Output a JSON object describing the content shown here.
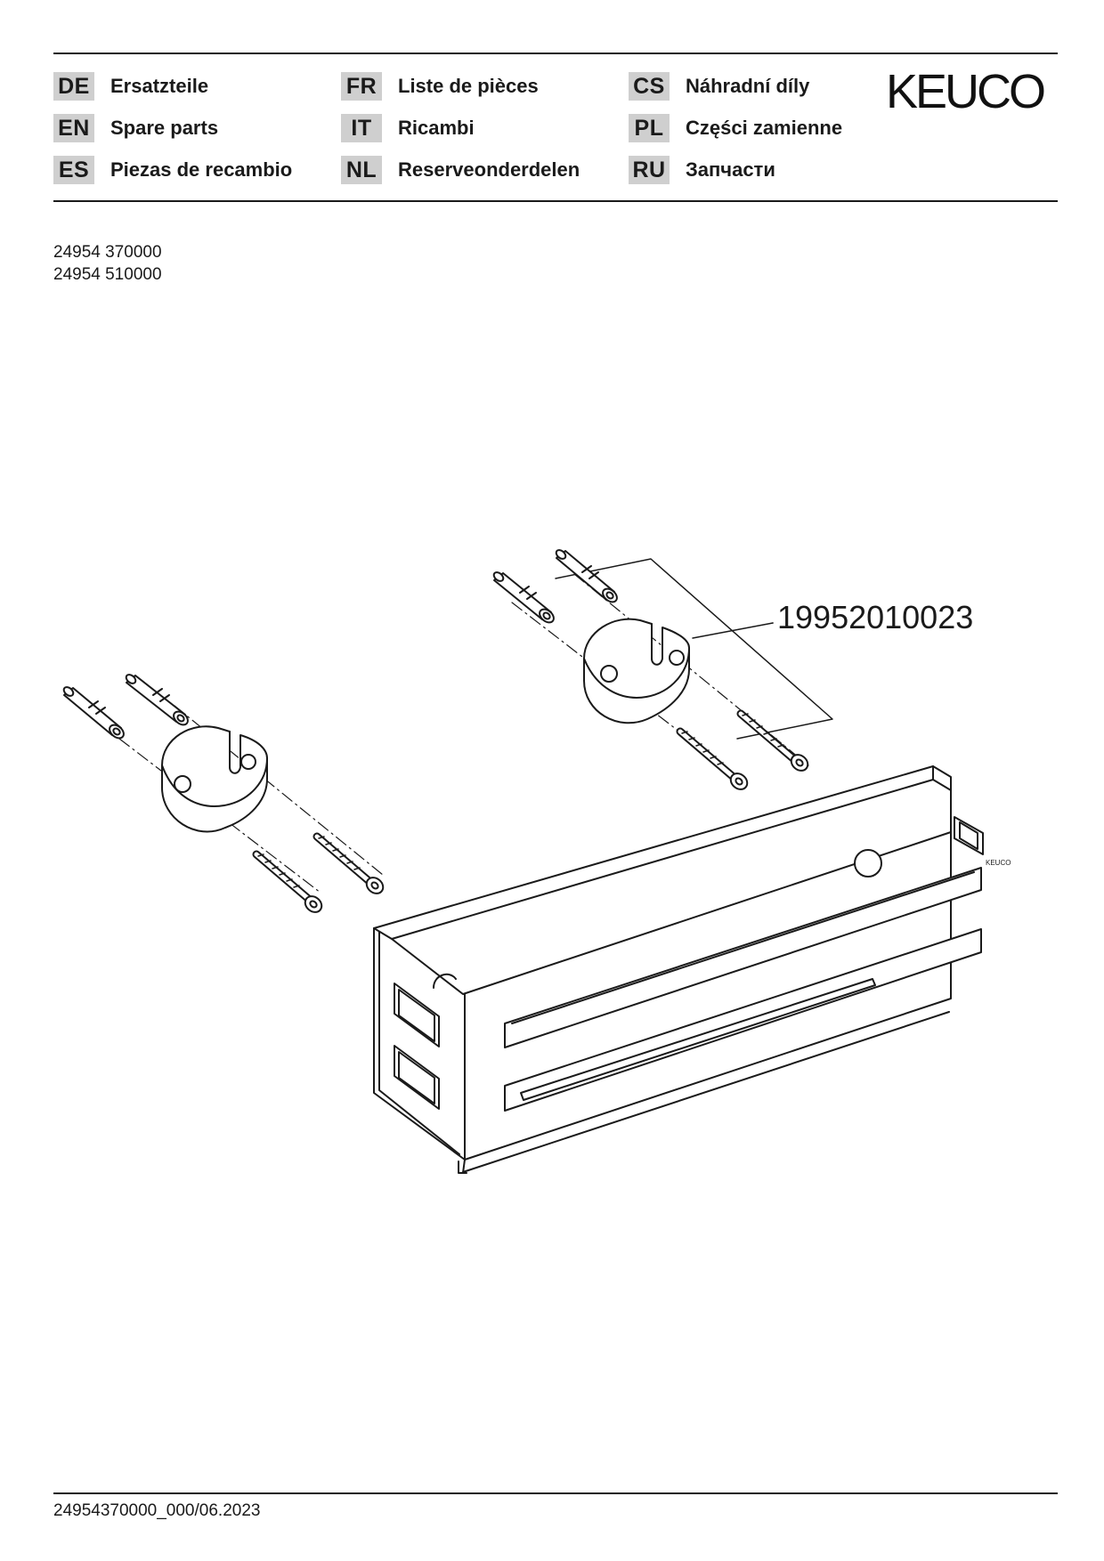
{
  "header": {
    "languages": [
      {
        "code": "DE",
        "label": "Ersatzteile"
      },
      {
        "code": "EN",
        "label": "Spare parts"
      },
      {
        "code": "ES",
        "label": "Piezas de recambio"
      },
      {
        "code": "FR",
        "label": "Liste de pièces"
      },
      {
        "code": "IT",
        "label": "Ricambi"
      },
      {
        "code": "NL",
        "label": "Reserveonderdelen"
      },
      {
        "code": "CS",
        "label": "Náhradní díly"
      },
      {
        "code": "PL",
        "label": "Części zamienne"
      },
      {
        "code": "RU",
        "label": "Запчасти"
      }
    ],
    "brand": "KEUCO"
  },
  "articles": [
    "24954 370000",
    "24954 510000"
  ],
  "drawing": {
    "part_number": "19952010023",
    "basket_mark": "KEUCO"
  },
  "footer": {
    "document_number": "24954370000_000/06.2023"
  }
}
